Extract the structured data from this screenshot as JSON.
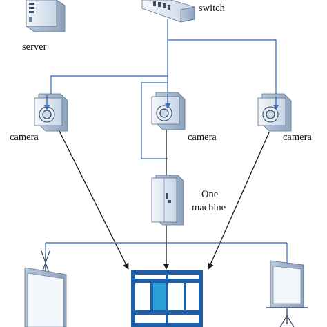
{
  "nodes": {
    "server": {
      "label": "server",
      "icon": "server-tower-icon"
    },
    "switch": {
      "label": "switch",
      "icon": "network-switch-icon"
    },
    "cameras": [
      {
        "label": "camera",
        "icon": "camera-icon"
      },
      {
        "label": "camera",
        "icon": "camera-icon"
      },
      {
        "label": "camera",
        "icon": "camera-icon"
      }
    ],
    "machine": {
      "label_lines": [
        "One",
        "machine"
      ],
      "icon": "all-in-one-machine-icon"
    },
    "displays": [
      {
        "icon": "projection-screen-icon"
      },
      {
        "icon": "video-wall-icon"
      },
      {
        "icon": "projection-screen-icon"
      }
    ]
  },
  "colors": {
    "line": "#2a2a2a",
    "connector": "#3a70b8",
    "device_body": "#d8e4f2",
    "device_dark": "#4a5d73",
    "wall_frame": "#1f5fa8",
    "wall_screen": "#2a9fd8"
  }
}
